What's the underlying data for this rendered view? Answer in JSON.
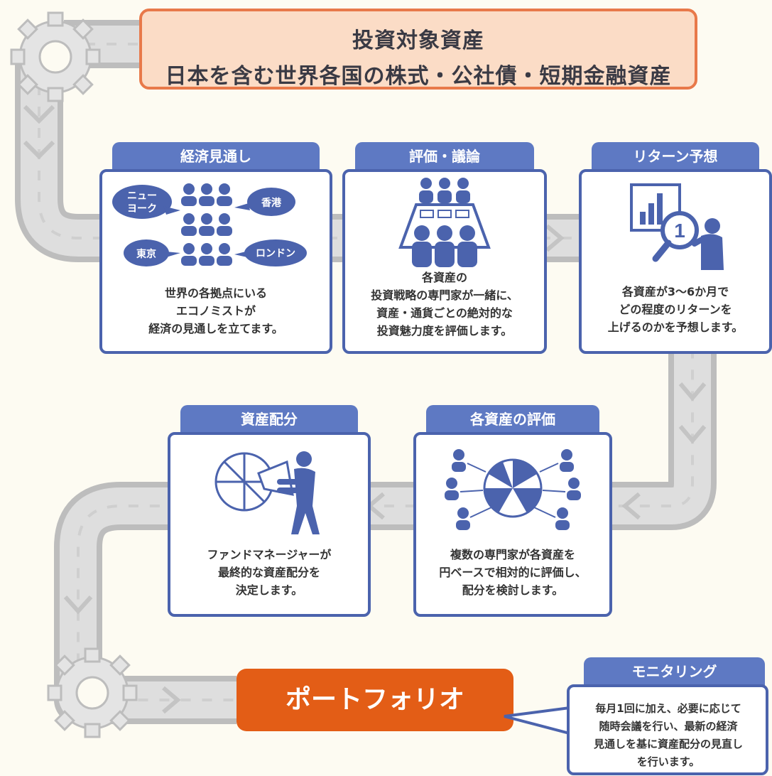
{
  "top": {
    "title": "投資対象資産",
    "subtitle": "日本を含む世界各国の株式・公社債・短期金融資産"
  },
  "steps": [
    {
      "title": "経済見通し",
      "lines": [
        "世界の各拠点にいる",
        "エコノミストが",
        "経済の見通しを立てます。"
      ]
    },
    {
      "title": "評価・議論",
      "lines": [
        "各資産の",
        "投資戦略の専門家が一緒に、",
        "資産・通貨ごとの絶対的な",
        "投資魅力度を評価します。"
      ]
    },
    {
      "title": "リターン予想",
      "lines": [
        "各資産が3～6か月で",
        "どの程度のリターンを",
        "上げるのかを予想します。"
      ]
    },
    {
      "title": "各資産の評価",
      "lines": [
        "複数の専門家が各資産を",
        "円ベースで相対的に評価し、",
        "配分を検討します。"
      ]
    },
    {
      "title": "資産配分",
      "lines": [
        "ファンドマネージャーが",
        "最終的な資産配分を",
        "決定します。"
      ]
    }
  ],
  "cities": {
    "ny": [
      "ニュー",
      "ヨーク"
    ],
    "hk": "香港",
    "tokyo": "東京",
    "london": "ロンドン"
  },
  "portfolio": "ポートフォリオ",
  "monitoring": {
    "title": "モニタリング",
    "lines": [
      "毎月1回に加え、必要に応じて",
      "随時会議を行い、最新の経済",
      "見通しを基に資産配分の見直し",
      "を行います。"
    ]
  },
  "colors": {
    "accent": "#4b63ad",
    "tab": "#5e79c3",
    "orange": "#e35d16",
    "topBorder": "#e8794a",
    "topFill": "#fbdcc6",
    "pipe": "#d6d6d6"
  }
}
